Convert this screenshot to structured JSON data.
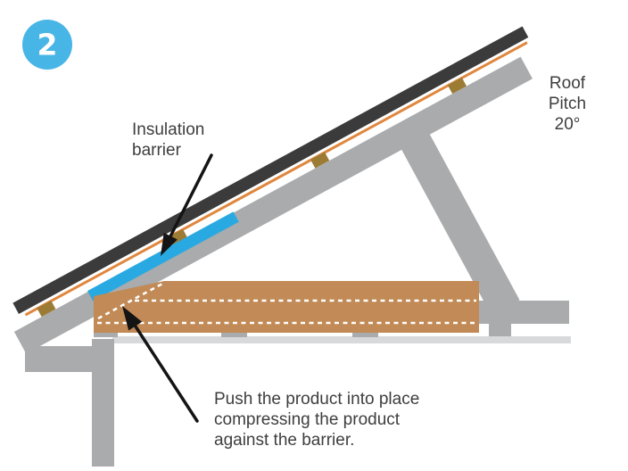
{
  "step": {
    "number": "2"
  },
  "labels": {
    "barrier": "Insulation\nbarrier",
    "pitch": "Roof\nPitch\n20°",
    "push": "Push the product into place\ncompressing the product\nagainst the barrier."
  },
  "colors": {
    "badge": "#48b5e7",
    "badge_text": "#ffffff",
    "covering": "#3b3b3b",
    "membrane": "#e0873e",
    "frame": "#a9abad",
    "barrier": "#29a9e1",
    "insulation": "#c18a56",
    "roof_batten": "#9c7b35",
    "ceiling": "#d8d9da",
    "dash": "#ffffff",
    "arrow": "#141414",
    "text": "#3e3e3e"
  }
}
